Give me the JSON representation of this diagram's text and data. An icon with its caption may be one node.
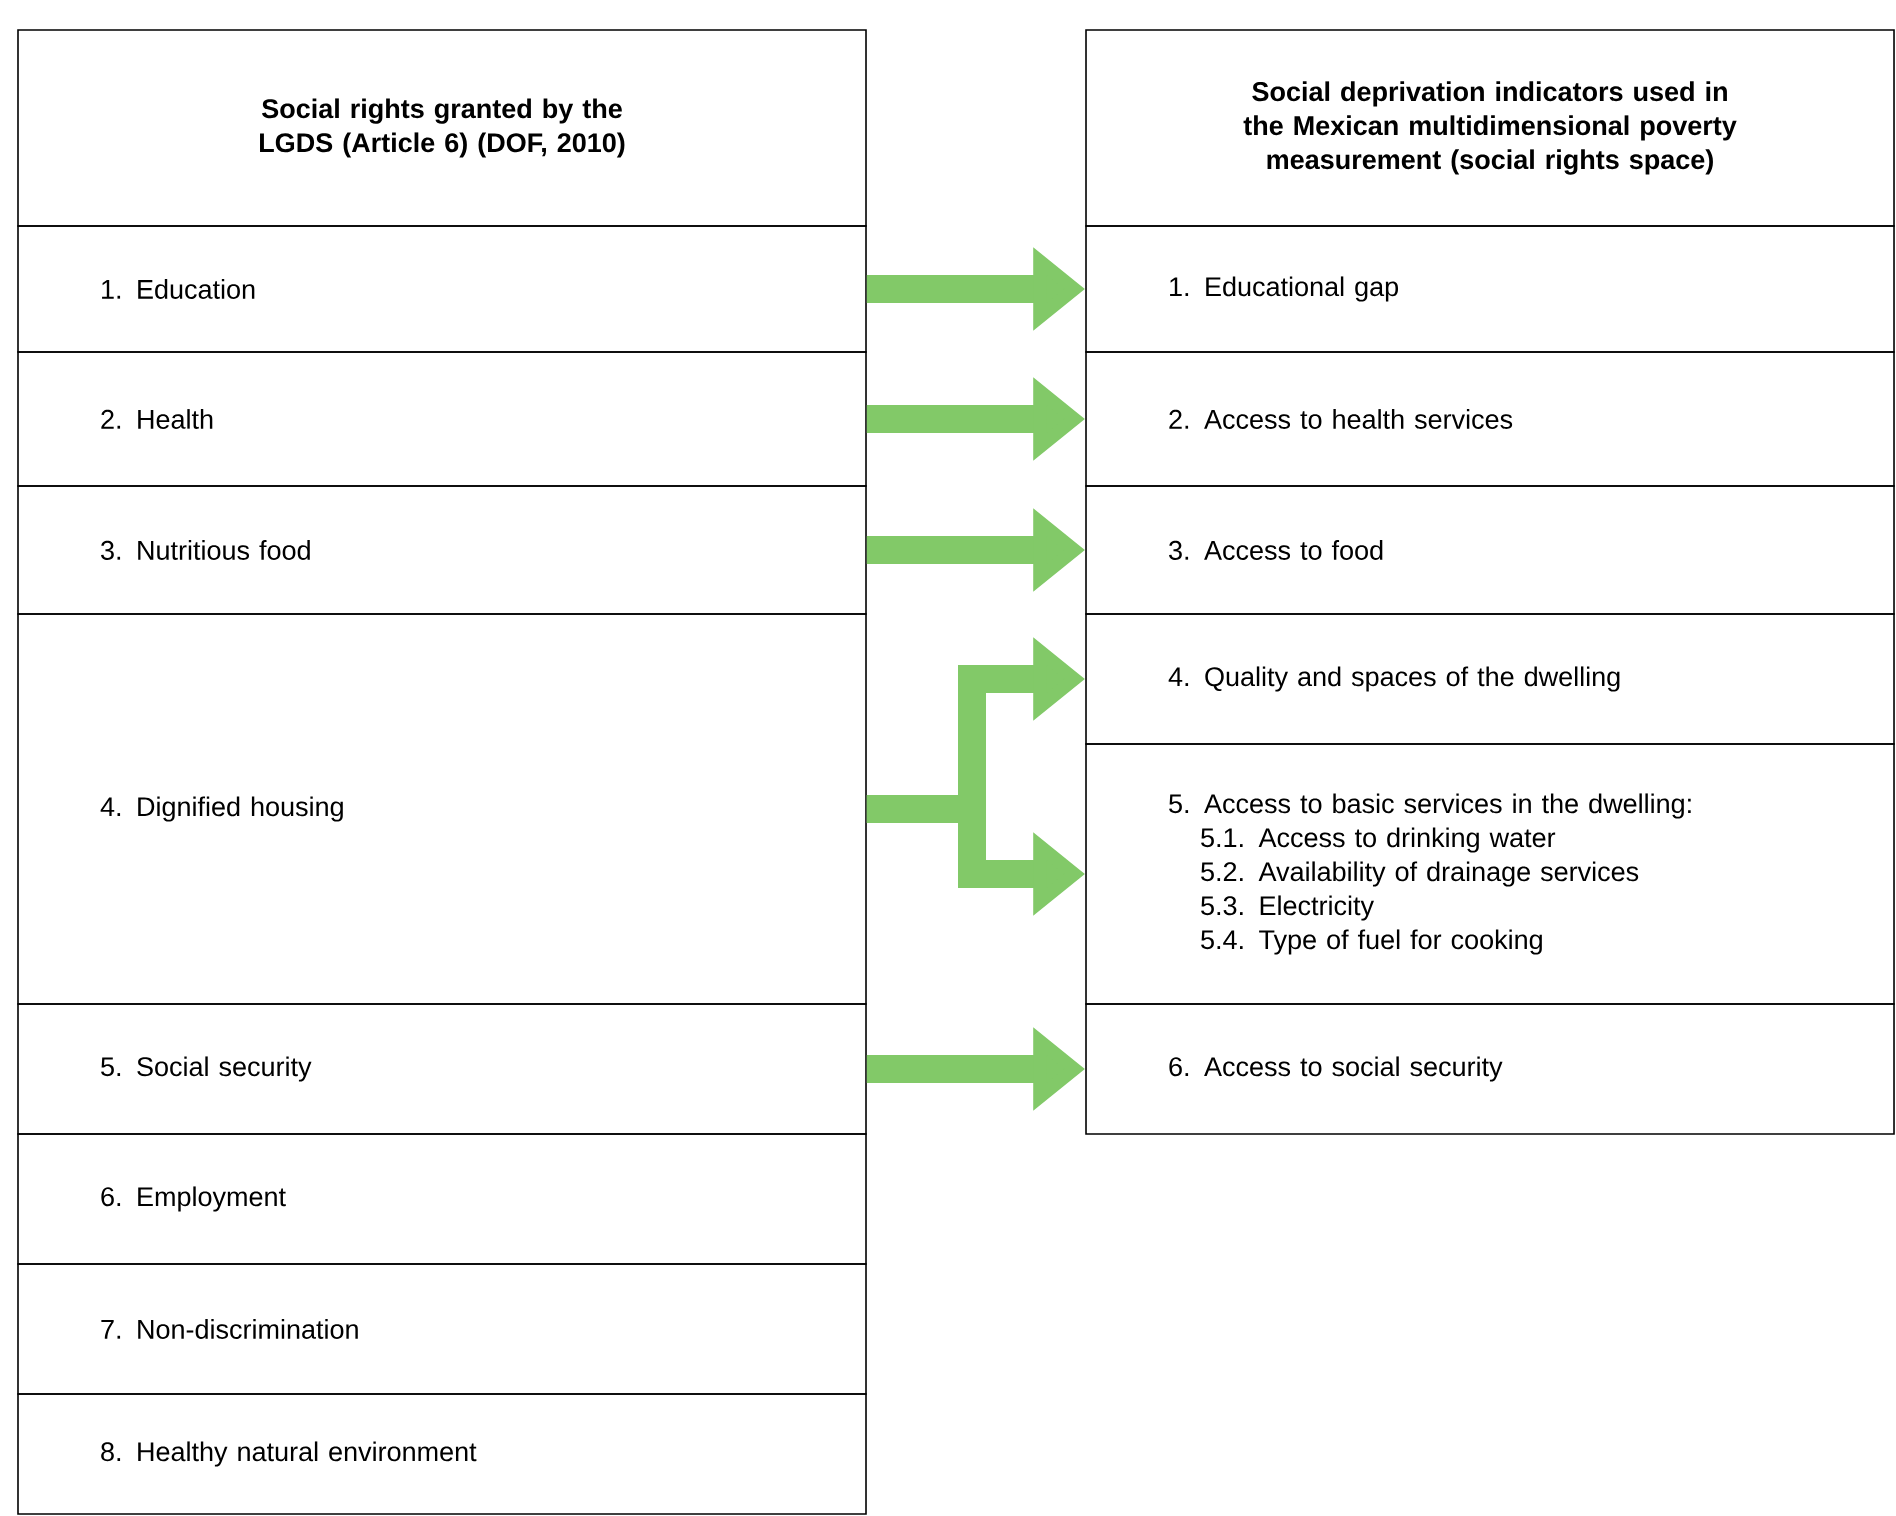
{
  "diagram": {
    "nodes": [
      {
        "text": [
          "Social rights granted by the LGDS (Article 6) (DOF, 2010)"
        ]
      },
      {
        "text": [
          "1. Education"
        ]
      },
      {
        "text": [
          "2. Health"
        ]
      },
      {
        "text": [
          "3. Nutritious food"
        ]
      },
      {
        "text": [
          "4. Dignified housing"
        ]
      },
      {
        "text": [
          "5. Social security"
        ]
      },
      {
        "text": [
          "6. Employment"
        ]
      },
      {
        "text": [
          "7. Non-discrimination"
        ]
      },
      {
        "text": [
          "8. Healthy natural environment"
        ]
      },
      {
        "text": [
          "Social deprivation indicators used in the Mexican multidimensional poverty measurement (social rights space)"
        ]
      },
      {
        "text": [
          "1. Educational gap"
        ]
      },
      {
        "text": [
          "2. Access to health services"
        ]
      },
      {
        "text": [
          "3. Access to food"
        ]
      },
      {
        "text": [
          "4. Quality and spaces of the dwelling"
        ]
      },
      {
        "text": [
          "5. Access to basic services in the dwelling:",
          "5.1. Access to drinking water",
          "5.2. Availability of drainage services",
          "5.3. Electricity",
          "5.4. Type of fuel for cooking"
        ]
      },
      {
        "text": [
          "6. Access to social security"
        ]
      }
    ],
    "edges": [
      {
        "from": 1,
        "to": 10,
        "arrow": "to"
      },
      {
        "from": 2,
        "to": 11,
        "arrow": "to"
      },
      {
        "from": 3,
        "to": 12,
        "arrow": "to"
      },
      {
        "from": 4,
        "to": 13,
        "arrow": "to"
      },
      {
        "from": 4,
        "to": 14,
        "arrow": "to"
      },
      {
        "from": 5,
        "to": 15,
        "arrow": "to"
      }
    ]
  }
}
